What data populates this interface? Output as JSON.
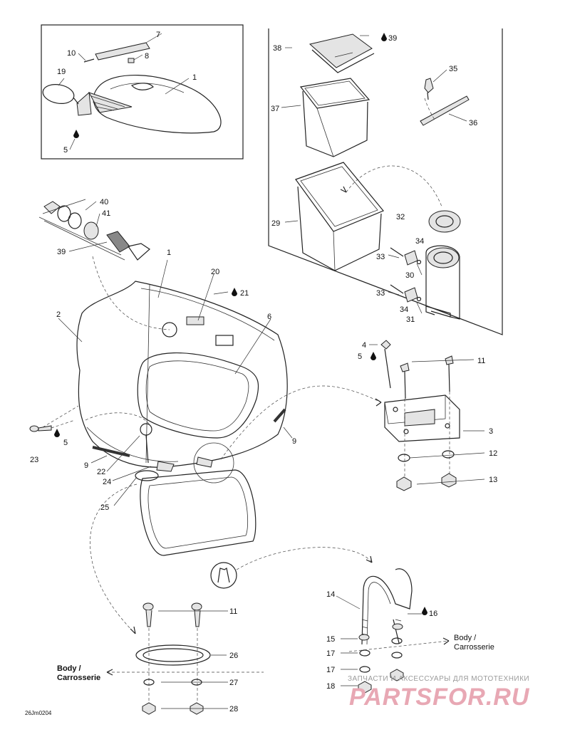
{
  "labels": {
    "p1a": "1",
    "p1b": "1",
    "p2": "2",
    "p3": "3",
    "p4": "4",
    "p5a": "5",
    "p5b": "5",
    "p5c": "5",
    "p6": "6",
    "p7": "7",
    "p8": "8",
    "p9a": "9",
    "p9b": "9",
    "p10": "10",
    "p11a": "11",
    "p11b": "11",
    "p12": "12",
    "p13": "13",
    "p14": "14",
    "p15": "15",
    "p16": "16",
    "p17a": "17",
    "p17b": "17",
    "p18": "18",
    "p19": "19",
    "p20": "20",
    "p21": "21",
    "p22": "22",
    "p23": "23",
    "p24": "24",
    "p25": "25",
    "p26": "26",
    "p27": "27",
    "p28": "28",
    "p29": "29",
    "p30": "30",
    "p31": "31",
    "p32": "32",
    "p33a": "33",
    "p33b": "33",
    "p34a": "34",
    "p34b": "34",
    "p35": "35",
    "p36": "36",
    "p37": "37",
    "p38": "38",
    "p39a": "39",
    "p39b": "39",
    "p40": "40",
    "p41": "41"
  },
  "notes": {
    "body_right_1": "Body /",
    "body_right_2": "Carrosserie",
    "body_left_1": "Body /",
    "body_left_2": "Carrosserie",
    "drawing_code": "26Jm0204"
  },
  "watermark": {
    "tagline": "ЗАПЧАСТИ И АКСЕССУАРЫ ДЛЯ МОТОТЕХНИКИ",
    "brand": "PARTSFOR.RU"
  },
  "colors": {
    "line": "#222222",
    "watermark": "#e8a8b4"
  }
}
